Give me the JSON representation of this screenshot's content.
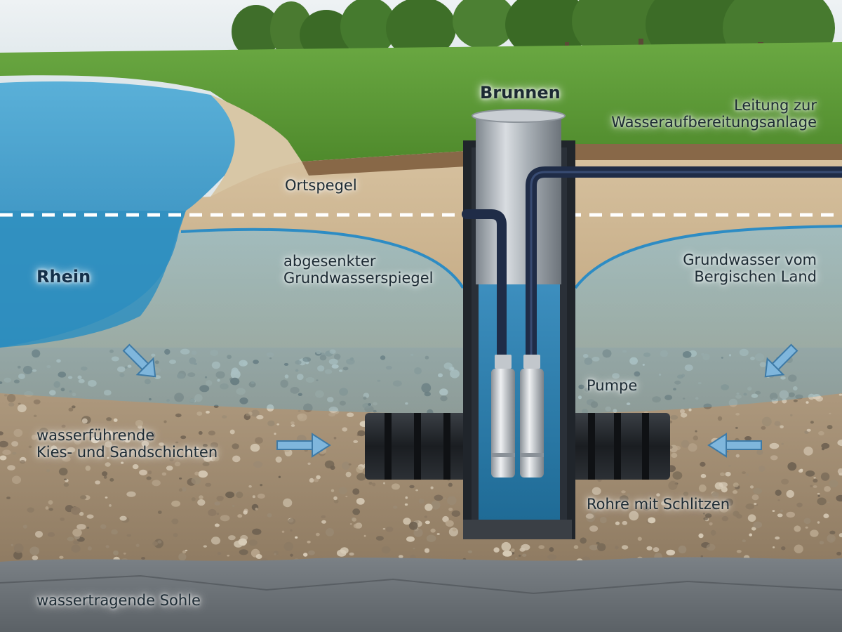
{
  "labels": {
    "brunnen": "Brunnen",
    "leitung_line1": "Leitung zur",
    "leitung_line2": "Wasseraufbereitungsanlage",
    "ortspegel": "Ortspegel",
    "abgesenkt_line1": "abgesenkter",
    "abgesenkt_line2": "Grundwasserspiegel",
    "rhein": "Rhein",
    "grundwasser_line1": "Grundwasser vom",
    "grundwasser_line2": "Bergischen Land",
    "pumpe": "Pumpe",
    "kies_line1": "wasserführende",
    "kies_line2": "Kies- und Sandschichten",
    "rohre": "Rohre mit Schlitzen",
    "sohle": "wassertragende Sohle"
  },
  "colors": {
    "sky": "#e8eef1",
    "grass": "#5f9a3a",
    "river": "#2f8fbf",
    "groundwater": "#5aa9cf",
    "sand": "#cbb28e",
    "gravel": "#a89274",
    "bedrock": "#6e747a",
    "pipe_dark": "#1f2c47",
    "well_metal": "#9fa6ad",
    "arrow": "#7fb6dc"
  },
  "icons": {
    "flow_arrow": "arrow-icon",
    "pump": "pump-icon"
  }
}
